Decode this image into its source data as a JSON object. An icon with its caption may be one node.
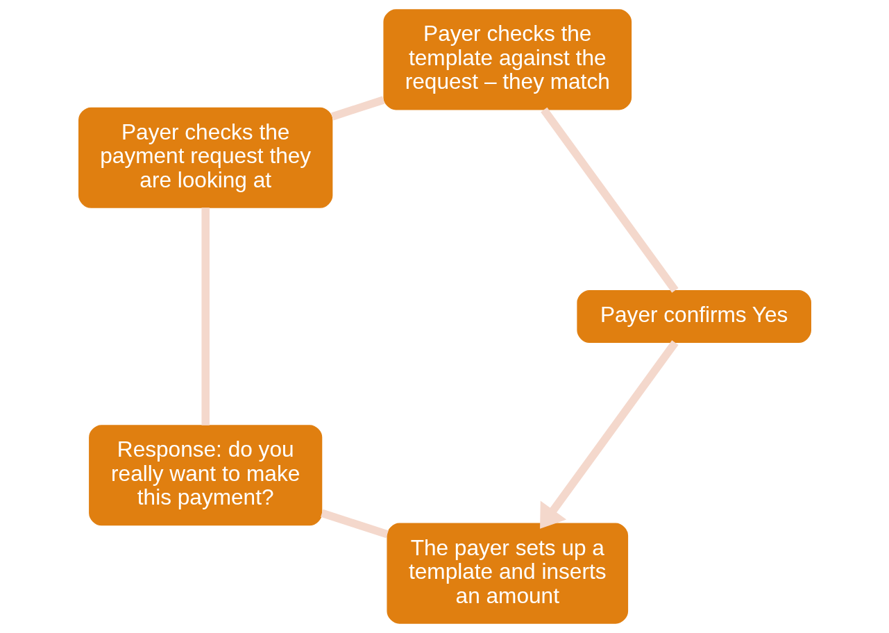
{
  "diagram": {
    "nodes": [
      {
        "text": [
          "The payer sets up a template and inserts an amount"
        ]
      },
      {
        "text": [
          "Response: do you really want to make this payment?"
        ]
      },
      {
        "text": [
          "Payer checks the payment request they are looking at"
        ]
      },
      {
        "text": [
          "Payer checks the template against the request – they match"
        ]
      },
      {
        "text": [
          "Payer confirms Yes"
        ]
      }
    ],
    "edges": [
      {
        "from": 0,
        "to": 1,
        "arrow": "none"
      },
      {
        "from": 1,
        "to": 2,
        "arrow": "none"
      },
      {
        "from": 2,
        "to": 3,
        "arrow": "none"
      },
      {
        "from": 3,
        "to": 4,
        "arrow": "none"
      },
      {
        "from": 4,
        "to": 0,
        "arrow": "to"
      }
    ]
  }
}
